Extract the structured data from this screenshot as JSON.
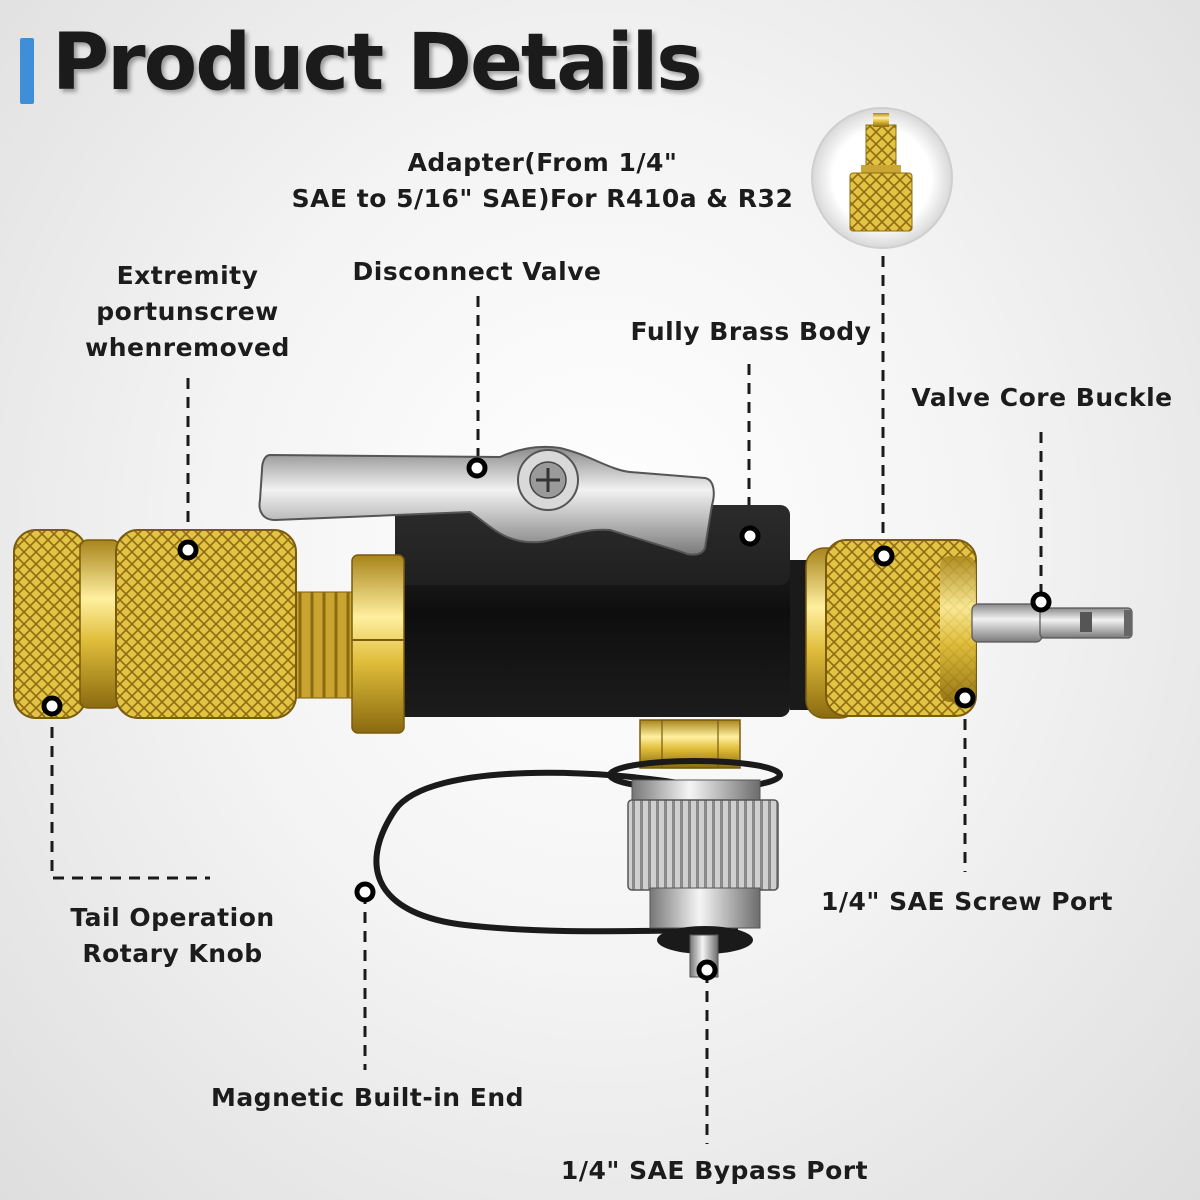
{
  "header": {
    "title": "Product Details"
  },
  "callouts": {
    "adapter": {
      "line1": "Adapter(From 1/4\"",
      "line2": "SAE to 5/16\" SAE)For R410a & R32"
    },
    "extremity": {
      "line1": "Extremity",
      "line2": "portunscrew",
      "line3": "whenremoved"
    },
    "disconnect_valve": "Disconnect Valve",
    "brass_body": "Fully Brass Body",
    "valve_core_buckle": "Valve Core Buckle",
    "tail_knob": {
      "line1": "Tail Operation",
      "line2": "Rotary Knob"
    },
    "screw_port": "1/4\" SAE Screw Port",
    "magnetic_end": "Magnetic Built-in End",
    "bypass_port": "1/4\" SAE Bypass Port"
  },
  "colors": {
    "accent": "#3f8fd8",
    "brass": "#e8c94a",
    "brass_dark": "#a8841b",
    "body": "#141414",
    "steel": "#bdbdbd"
  }
}
